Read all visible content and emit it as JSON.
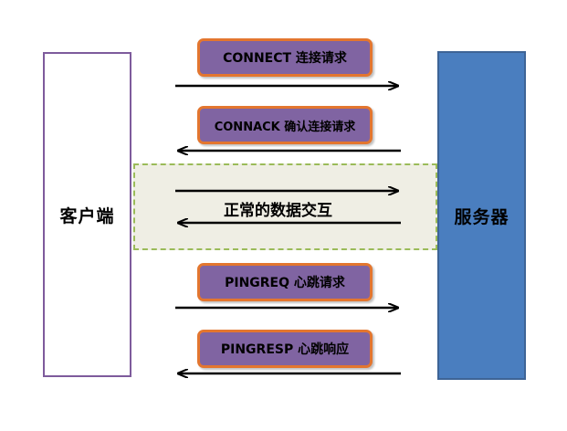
{
  "client": {
    "label": "客户端"
  },
  "server": {
    "label": "服务器"
  },
  "data_exchange": {
    "label": "正常的数据交互"
  },
  "messages": {
    "connect": "CONNECT 连接请求",
    "connack": "CONNACK 确认连接请求",
    "pingreq": "PINGREQ 心跳请求",
    "pingresp": "PINGRESP 心跳响应"
  },
  "colors": {
    "client_border": "#7e5b9c",
    "server_fill": "#4a7ebf",
    "message_fill": "#8064a2",
    "message_border": "#e3762f",
    "data_area_border": "#9bbb59",
    "data_area_fill": "#efeee4"
  }
}
